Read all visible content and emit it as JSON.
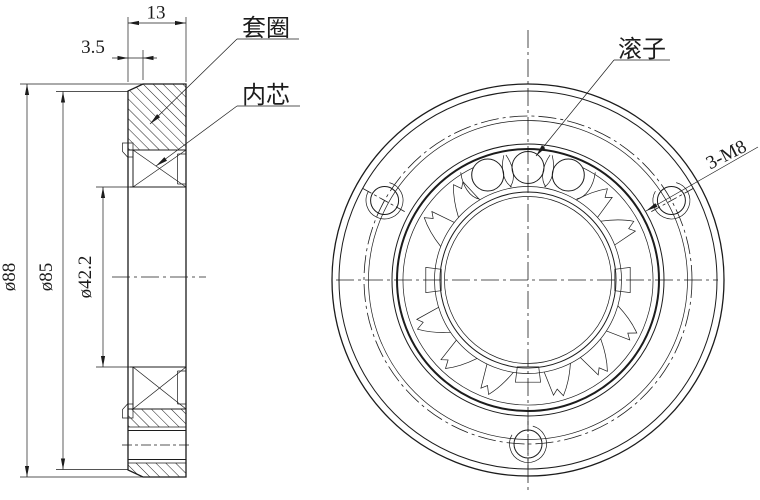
{
  "left_view": {
    "callouts": {
      "outer_ring": "套圈",
      "inner_core": "内芯"
    },
    "dimensions": {
      "ring_width": "13",
      "step_width": "3.5",
      "outer_diameter": "ø88",
      "step_diameter": "ø85",
      "bore_diameter": "ø42.2"
    }
  },
  "front_view": {
    "callouts": {
      "roller": "滚子",
      "thread_spec": "3-M8"
    }
  },
  "colors": {
    "line": "#1c1c1c",
    "background": "#ffffff"
  }
}
